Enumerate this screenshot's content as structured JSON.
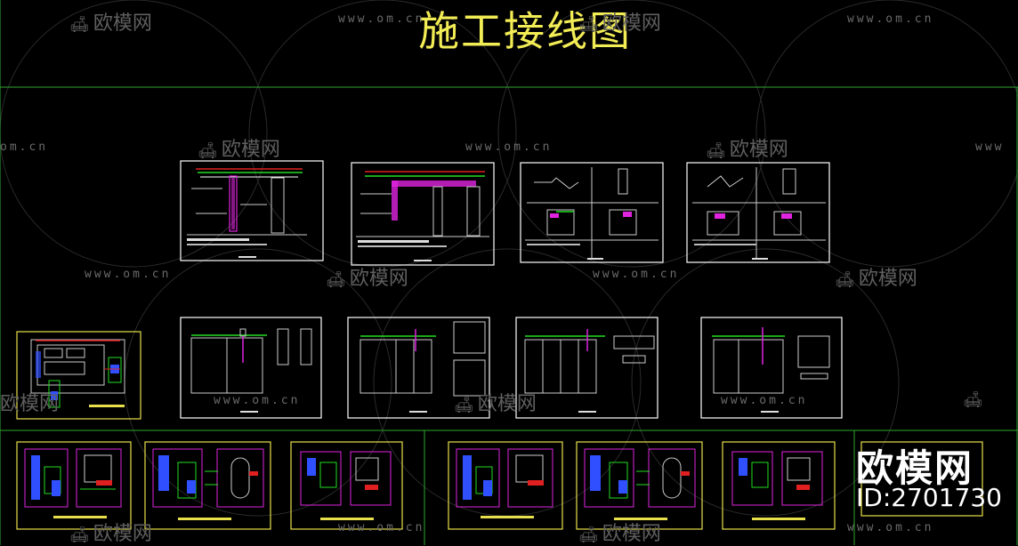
{
  "drawing": {
    "title": "施工接线图"
  },
  "watermark": {
    "url_text": "www.om.cn",
    "url_text_cropped_left": "om.cn",
    "url_text_cropped_right": "www",
    "logo_text": "欧模网",
    "sofa_icon": "sofa-icon"
  },
  "brand": {
    "logo_text": "欧模网",
    "id_text": "ID:2701730"
  },
  "colors": {
    "background": "#000000",
    "title_yellow": "#f2ec55",
    "frame_white": "#ffffff",
    "frame_yellow": "#e8e04a",
    "divider_green": "#2ea82e",
    "wire_magenta": "#e024e0",
    "wire_red": "#e02020",
    "wire_green": "#22dd22",
    "device_blue": "#3050ff",
    "watermark_gray": "#6b6b6b"
  }
}
